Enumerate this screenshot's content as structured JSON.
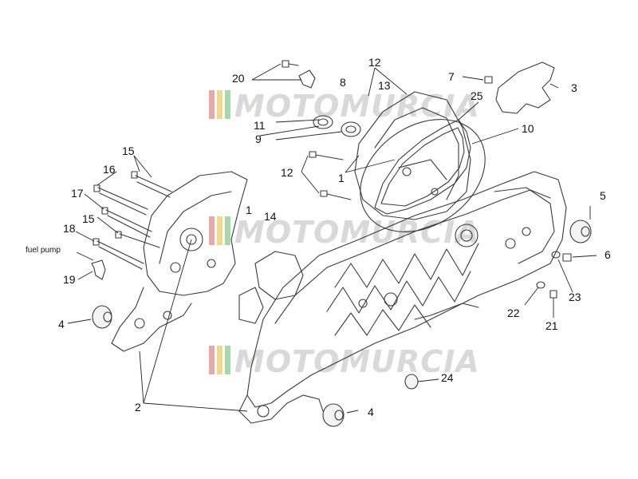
{
  "watermark": {
    "text": "MOTOMURCIA",
    "stripe_colors": [
      "#e8a8a8",
      "#f0d890",
      "#a8d8a8"
    ]
  },
  "callouts": {
    "c1a": "1",
    "c1b": "1",
    "c2": "2",
    "c3": "3",
    "c4a": "4",
    "c4b": "4",
    "c5": "5",
    "c6": "6",
    "c7": "7",
    "c8": "8",
    "c9": "9",
    "c10": "10",
    "c11": "11",
    "c12a": "12",
    "c12b": "12",
    "c13": "13",
    "c14": "14",
    "c15a": "15",
    "c15b": "15",
    "c16": "16",
    "c17": "17",
    "c18": "18",
    "c19": "19",
    "c20": "20",
    "c21": "21",
    "c22": "22",
    "c23": "23",
    "c24": "24",
    "c25": "25",
    "fuel_pump": "fuel pump"
  }
}
